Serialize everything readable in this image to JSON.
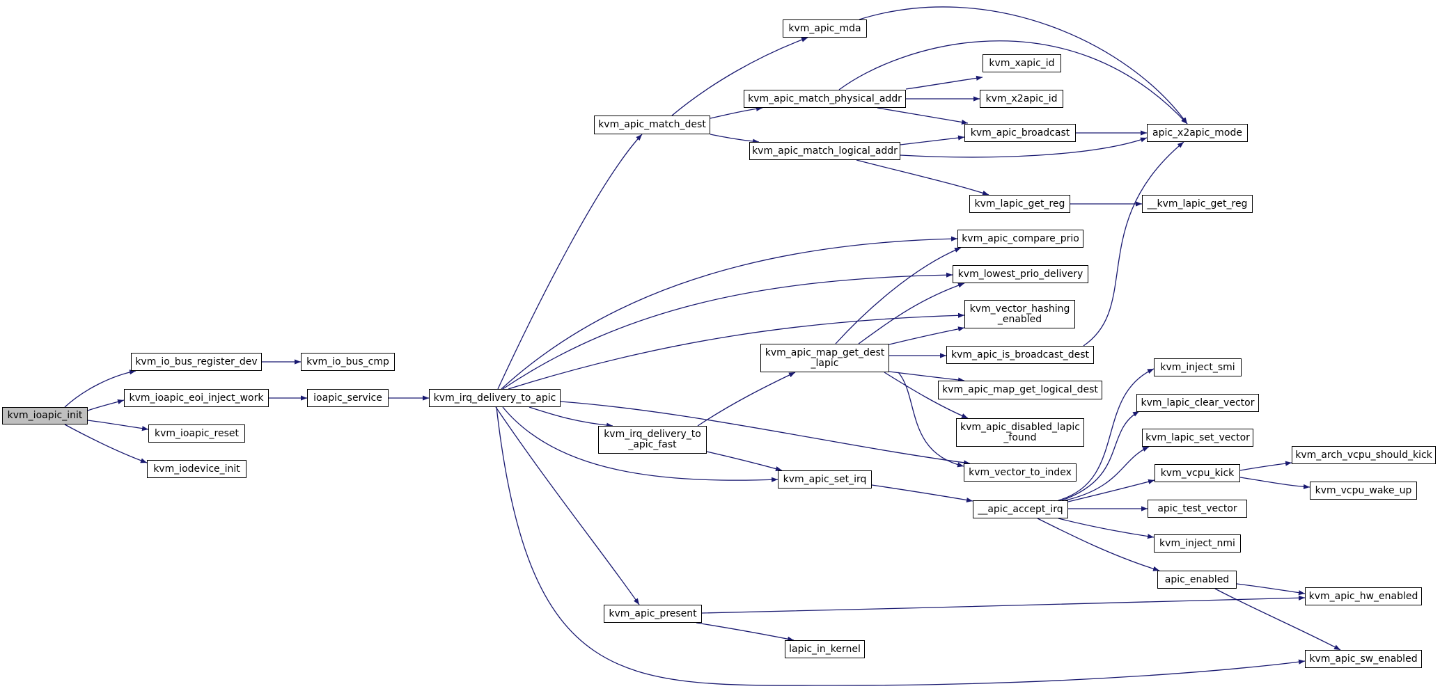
{
  "diagram": {
    "type": "call-graph",
    "colors": {
      "edge": "#191970",
      "node_border": "#000000",
      "node_fill": "#ffffff",
      "root_fill": "#bfbfbf"
    },
    "nodes": [
      {
        "id": "kvm_ioapic_init",
        "label": "kvm_ioapic_init",
        "root": true
      },
      {
        "id": "kvm_io_bus_register_dev",
        "label": "kvm_io_bus_register_dev"
      },
      {
        "id": "kvm_io_bus_cmp",
        "label": "kvm_io_bus_cmp"
      },
      {
        "id": "kvm_ioapic_eoi_inject_work",
        "label": "kvm_ioapic_eoi_inject_work"
      },
      {
        "id": "ioapic_service",
        "label": "ioapic_service"
      },
      {
        "id": "kvm_irq_delivery_to_apic",
        "label": "kvm_irq_delivery_to_apic"
      },
      {
        "id": "kvm_ioapic_reset",
        "label": "kvm_ioapic_reset"
      },
      {
        "id": "kvm_iodevice_init",
        "label": "kvm_iodevice_init"
      },
      {
        "id": "kvm_apic_match_dest",
        "label": "kvm_apic_match_dest"
      },
      {
        "id": "kvm_apic_mda",
        "label": "kvm_apic_mda"
      },
      {
        "id": "kvm_apic_match_physical_addr",
        "label": "kvm_apic_match_physical_addr"
      },
      {
        "id": "kvm_apic_match_logical_addr",
        "label": "kvm_apic_match_logical_addr"
      },
      {
        "id": "kvm_xapic_id",
        "label": "kvm_xapic_id"
      },
      {
        "id": "kvm_x2apic_id",
        "label": "kvm_x2apic_id"
      },
      {
        "id": "kvm_apic_broadcast",
        "label": "kvm_apic_broadcast"
      },
      {
        "id": "apic_x2apic_mode",
        "label": "apic_x2apic_mode"
      },
      {
        "id": "kvm_lapic_get_reg",
        "label": "kvm_lapic_get_reg"
      },
      {
        "id": "__kvm_lapic_get_reg",
        "label": "__kvm_lapic_get_reg"
      },
      {
        "id": "kvm_apic_compare_prio",
        "label": "kvm_apic_compare_prio"
      },
      {
        "id": "kvm_lowest_prio_delivery",
        "label": "kvm_lowest_prio_delivery"
      },
      {
        "id": "kvm_vector_hashing_enabled",
        "label": "kvm_vector_hashing\n_enabled"
      },
      {
        "id": "kvm_apic_map_get_dest_lapic",
        "label": "kvm_apic_map_get_dest\n_lapic"
      },
      {
        "id": "kvm_apic_is_broadcast_dest",
        "label": "kvm_apic_is_broadcast_dest"
      },
      {
        "id": "kvm_apic_map_get_logical_dest",
        "label": "kvm_apic_map_get_logical_dest"
      },
      {
        "id": "kvm_apic_disabled_lapic_found",
        "label": "kvm_apic_disabled_lapic\n_found"
      },
      {
        "id": "kvm_irq_delivery_to_apic_fast",
        "label": "kvm_irq_delivery_to\n_apic_fast"
      },
      {
        "id": "kvm_vector_to_index",
        "label": "kvm_vector_to_index"
      },
      {
        "id": "kvm_apic_set_irq",
        "label": "kvm_apic_set_irq"
      },
      {
        "id": "__apic_accept_irq",
        "label": "__apic_accept_irq"
      },
      {
        "id": "kvm_inject_smi",
        "label": "kvm_inject_smi"
      },
      {
        "id": "kvm_lapic_clear_vector",
        "label": "kvm_lapic_clear_vector"
      },
      {
        "id": "kvm_lapic_set_vector",
        "label": "kvm_lapic_set_vector"
      },
      {
        "id": "kvm_vcpu_kick",
        "label": "kvm_vcpu_kick"
      },
      {
        "id": "kvm_arch_vcpu_should_kick",
        "label": "kvm_arch_vcpu_should_kick"
      },
      {
        "id": "kvm_vcpu_wake_up",
        "label": "kvm_vcpu_wake_up"
      },
      {
        "id": "apic_test_vector",
        "label": "apic_test_vector"
      },
      {
        "id": "kvm_inject_nmi",
        "label": "kvm_inject_nmi"
      },
      {
        "id": "apic_enabled",
        "label": "apic_enabled"
      },
      {
        "id": "kvm_apic_hw_enabled",
        "label": "kvm_apic_hw_enabled"
      },
      {
        "id": "kvm_apic_present",
        "label": "kvm_apic_present"
      },
      {
        "id": "lapic_in_kernel",
        "label": "lapic_in_kernel"
      },
      {
        "id": "kvm_apic_sw_enabled",
        "label": "kvm_apic_sw_enabled"
      }
    ],
    "edges": [
      [
        "kvm_ioapic_init",
        "kvm_io_bus_register_dev"
      ],
      [
        "kvm_ioapic_init",
        "kvm_ioapic_eoi_inject_work"
      ],
      [
        "kvm_ioapic_init",
        "kvm_ioapic_reset"
      ],
      [
        "kvm_ioapic_init",
        "kvm_iodevice_init"
      ],
      [
        "kvm_io_bus_register_dev",
        "kvm_io_bus_cmp"
      ],
      [
        "kvm_ioapic_eoi_inject_work",
        "ioapic_service"
      ],
      [
        "ioapic_service",
        "kvm_irq_delivery_to_apic"
      ],
      [
        "kvm_irq_delivery_to_apic",
        "kvm_apic_match_dest"
      ],
      [
        "kvm_irq_delivery_to_apic",
        "kvm_apic_compare_prio"
      ],
      [
        "kvm_irq_delivery_to_apic",
        "kvm_lowest_prio_delivery"
      ],
      [
        "kvm_irq_delivery_to_apic",
        "kvm_vector_hashing_enabled"
      ],
      [
        "kvm_irq_delivery_to_apic",
        "kvm_irq_delivery_to_apic_fast"
      ],
      [
        "kvm_irq_delivery_to_apic",
        "kvm_vector_to_index"
      ],
      [
        "kvm_irq_delivery_to_apic",
        "kvm_apic_set_irq"
      ],
      [
        "kvm_irq_delivery_to_apic",
        "kvm_apic_present"
      ],
      [
        "kvm_irq_delivery_to_apic",
        "kvm_apic_sw_enabled"
      ],
      [
        "kvm_apic_match_dest",
        "kvm_apic_mda"
      ],
      [
        "kvm_apic_match_dest",
        "kvm_apic_match_physical_addr"
      ],
      [
        "kvm_apic_match_dest",
        "kvm_apic_match_logical_addr"
      ],
      [
        "kvm_apic_mda",
        "apic_x2apic_mode"
      ],
      [
        "kvm_apic_match_physical_addr",
        "apic_x2apic_mode"
      ],
      [
        "kvm_apic_match_physical_addr",
        "kvm_xapic_id"
      ],
      [
        "kvm_apic_match_physical_addr",
        "kvm_x2apic_id"
      ],
      [
        "kvm_apic_match_physical_addr",
        "kvm_apic_broadcast"
      ],
      [
        "kvm_apic_match_logical_addr",
        "kvm_apic_broadcast"
      ],
      [
        "kvm_apic_match_logical_addr",
        "apic_x2apic_mode"
      ],
      [
        "kvm_apic_match_logical_addr",
        "kvm_lapic_get_reg"
      ],
      [
        "kvm_apic_broadcast",
        "apic_x2apic_mode"
      ],
      [
        "kvm_lapic_get_reg",
        "__kvm_lapic_get_reg"
      ],
      [
        "kvm_irq_delivery_to_apic_fast",
        "kvm_apic_map_get_dest_lapic"
      ],
      [
        "kvm_irq_delivery_to_apic_fast",
        "kvm_apic_set_irq"
      ],
      [
        "kvm_apic_map_get_dest_lapic",
        "kvm_apic_compare_prio"
      ],
      [
        "kvm_apic_map_get_dest_lapic",
        "kvm_lowest_prio_delivery"
      ],
      [
        "kvm_apic_map_get_dest_lapic",
        "kvm_vector_hashing_enabled"
      ],
      [
        "kvm_apic_map_get_dest_lapic",
        "kvm_apic_is_broadcast_dest"
      ],
      [
        "kvm_apic_map_get_dest_lapic",
        "kvm_apic_map_get_logical_dest"
      ],
      [
        "kvm_apic_map_get_dest_lapic",
        "kvm_apic_disabled_lapic_found"
      ],
      [
        "kvm_apic_map_get_dest_lapic",
        "kvm_vector_to_index"
      ],
      [
        "kvm_apic_is_broadcast_dest",
        "apic_x2apic_mode"
      ],
      [
        "kvm_apic_set_irq",
        "__apic_accept_irq"
      ],
      [
        "__apic_accept_irq",
        "kvm_inject_smi"
      ],
      [
        "__apic_accept_irq",
        "kvm_lapic_clear_vector"
      ],
      [
        "__apic_accept_irq",
        "kvm_lapic_set_vector"
      ],
      [
        "__apic_accept_irq",
        "kvm_vcpu_kick"
      ],
      [
        "__apic_accept_irq",
        "apic_test_vector"
      ],
      [
        "__apic_accept_irq",
        "kvm_inject_nmi"
      ],
      [
        "__apic_accept_irq",
        "apic_enabled"
      ],
      [
        "kvm_vcpu_kick",
        "kvm_arch_vcpu_should_kick"
      ],
      [
        "kvm_vcpu_kick",
        "kvm_vcpu_wake_up"
      ],
      [
        "apic_enabled",
        "kvm_apic_hw_enabled"
      ],
      [
        "apic_enabled",
        "kvm_apic_sw_enabled"
      ],
      [
        "kvm_apic_present",
        "kvm_apic_hw_enabled"
      ],
      [
        "kvm_apic_present",
        "lapic_in_kernel"
      ]
    ]
  }
}
